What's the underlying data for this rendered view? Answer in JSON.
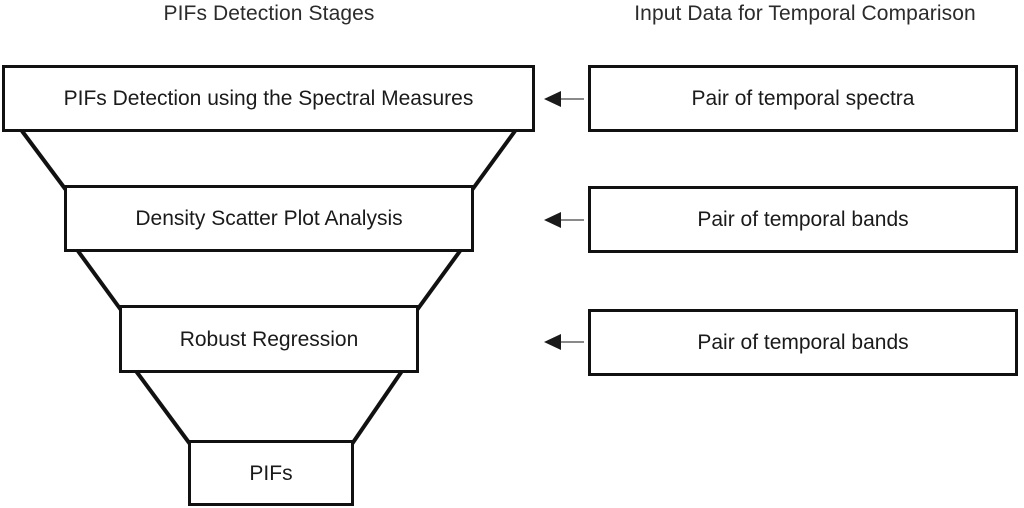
{
  "headers": {
    "left_title": "PIFs Detection Stages",
    "right_title": "Input Data for Temporal Comparison"
  },
  "stages": [
    {
      "label": "PIFs Detection using the Spectral Measures"
    },
    {
      "label": "Density Scatter Plot Analysis"
    },
    {
      "label": "Robust Regression"
    },
    {
      "label": "PIFs"
    }
  ],
  "inputs": [
    {
      "label": "Pair of temporal spectra"
    },
    {
      "label": "Pair of temporal bands"
    },
    {
      "label": "Pair of temporal bands"
    }
  ],
  "connectors": {
    "arrow_direction": "left",
    "arrow_count": 3,
    "funnel_shape": "inverted-trapezoid"
  },
  "colors": {
    "background": "#ffffff",
    "box_border": "#111111",
    "text": "#1a1a1a",
    "title_text": "#2b2b2b",
    "arrow_head": "#1a1a1a",
    "arrow_tail": "#8a8a8a",
    "funnel_line": "#111111"
  }
}
